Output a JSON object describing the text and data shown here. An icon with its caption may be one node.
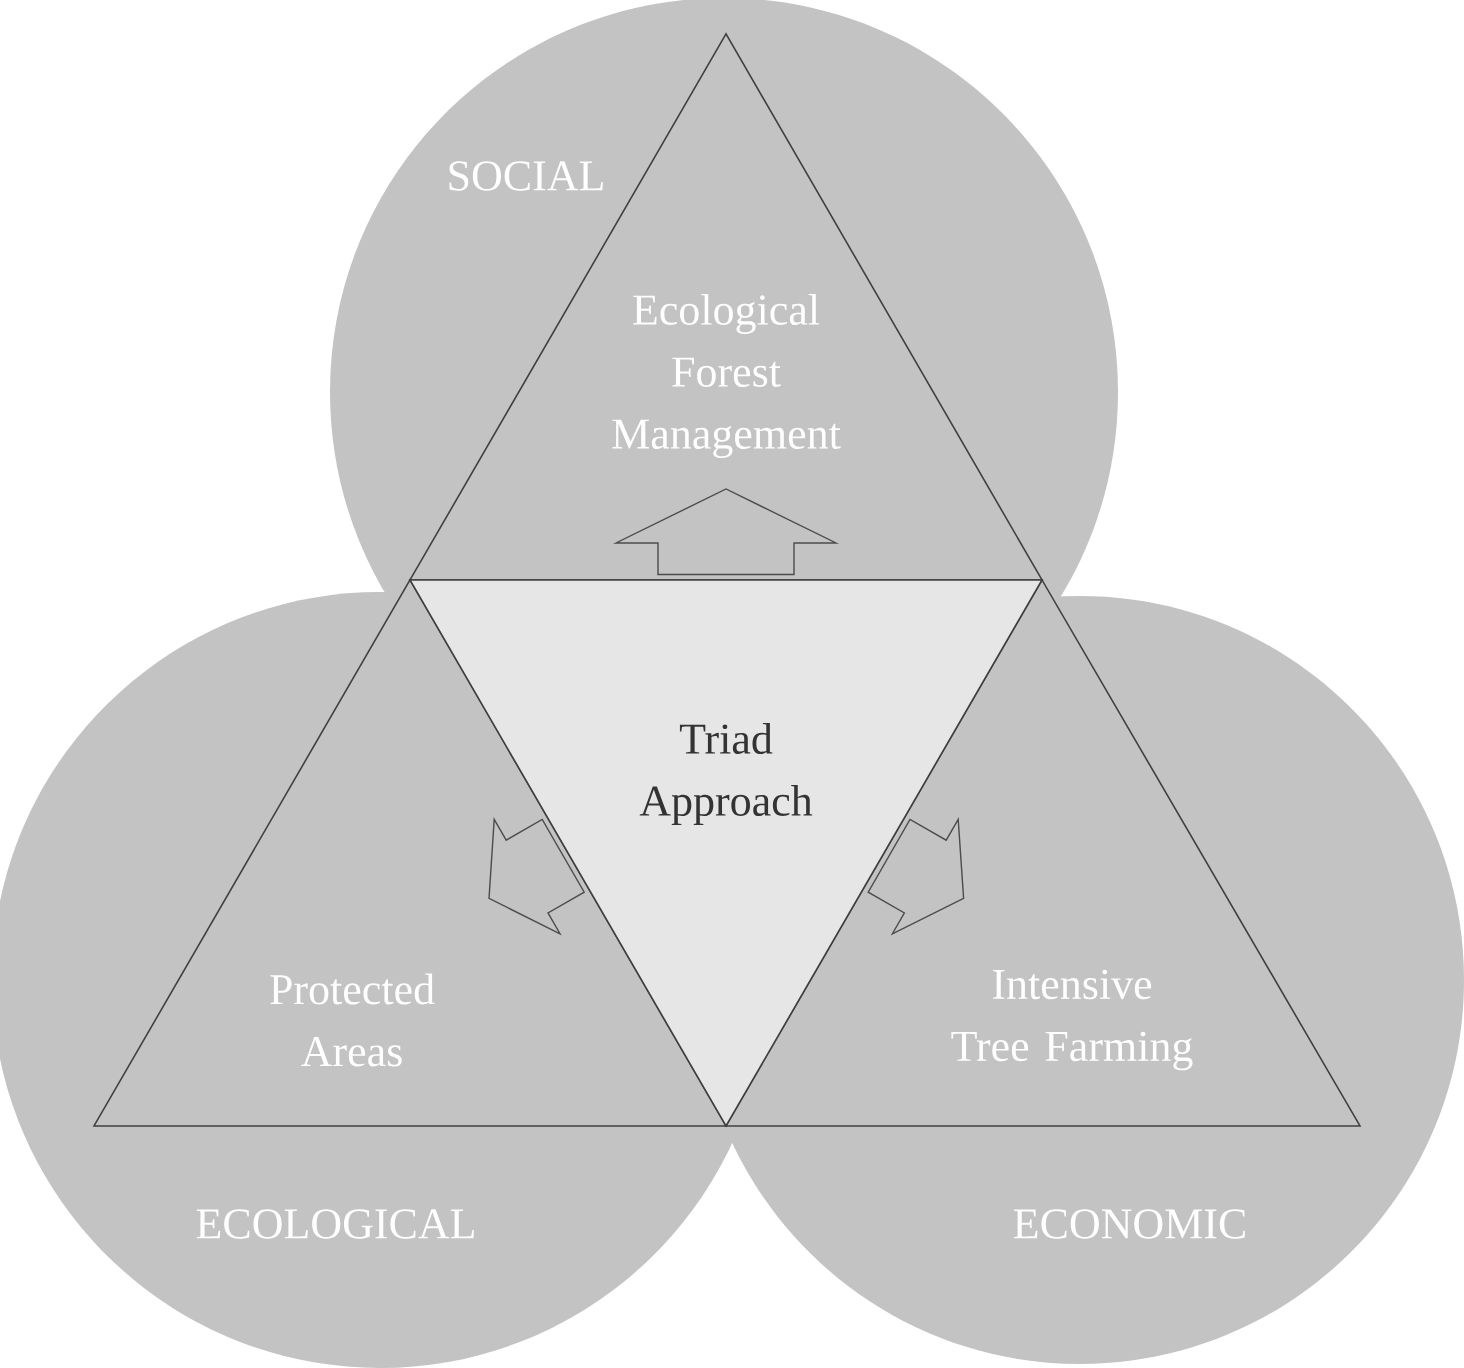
{
  "diagram": {
    "nodes": [
      {
        "text": [
          "SOCIAL"
        ]
      },
      {
        "text": [
          "ECOLOGICAL"
        ]
      },
      {
        "text": [
          "ECONOMIC"
        ]
      },
      {
        "text": [
          "Ecological Forest Management"
        ]
      },
      {
        "text": [
          "Protected Areas"
        ]
      },
      {
        "text": [
          "Intensive Tree Farming"
        ]
      },
      {
        "text": [
          "Triad Approach"
        ]
      }
    ],
    "edges": [
      {
        "from": 6,
        "to": 3,
        "arrow": "to"
      },
      {
        "from": 6,
        "to": 4,
        "arrow": "to"
      },
      {
        "from": 6,
        "to": 5,
        "arrow": "to"
      }
    ]
  }
}
